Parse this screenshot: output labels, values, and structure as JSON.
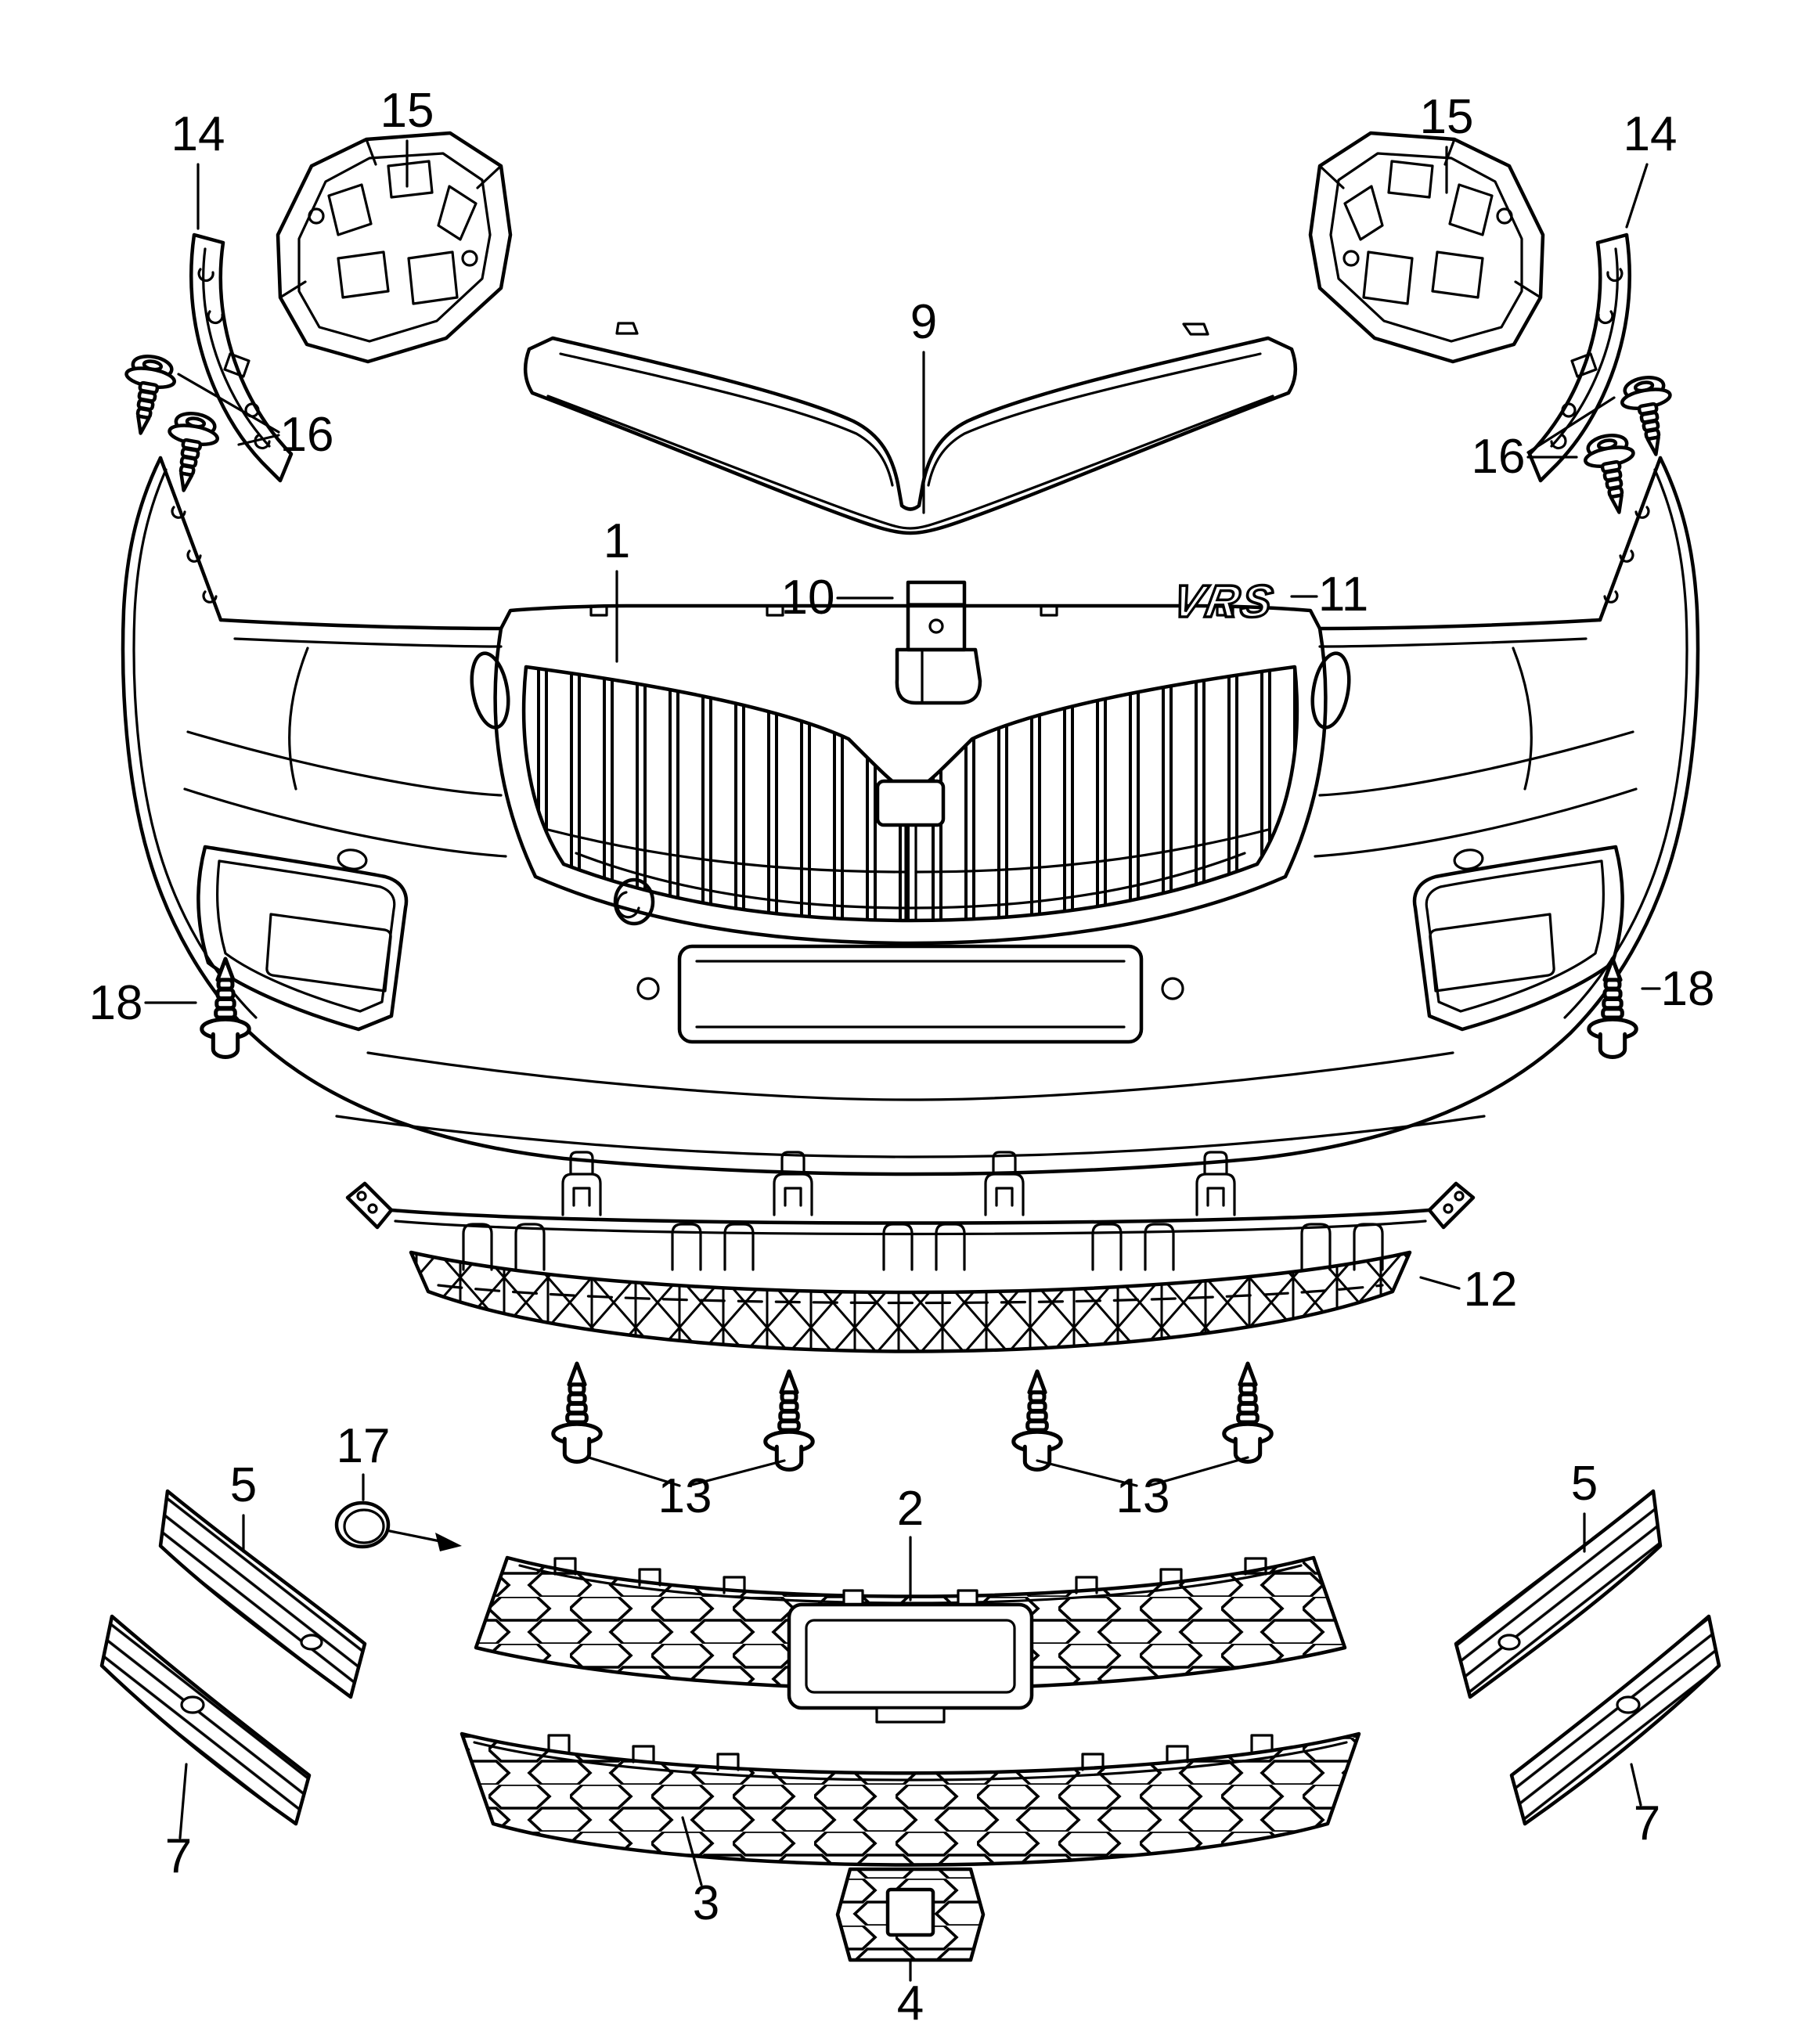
{
  "diagram": {
    "colors": {
      "line": "#000000",
      "background": "#ffffff"
    },
    "badge": {
      "text": "VRS"
    },
    "callouts": {
      "c1": "1",
      "c2": "2",
      "c3": "3",
      "c4": "4",
      "c5_left": "5",
      "c5_right": "5",
      "c7_left": "7",
      "c7_right": "7",
      "c9": "9",
      "c10": "10",
      "c11": "11",
      "c12": "12",
      "c13_left": "13",
      "c13_right": "13",
      "c14_left": "14",
      "c14_right": "14",
      "c15_left": "15",
      "c15_right": "15",
      "c16_left": "16",
      "c16_right": "16",
      "c17": "17",
      "c18_left": "18",
      "c18_right": "18"
    }
  }
}
